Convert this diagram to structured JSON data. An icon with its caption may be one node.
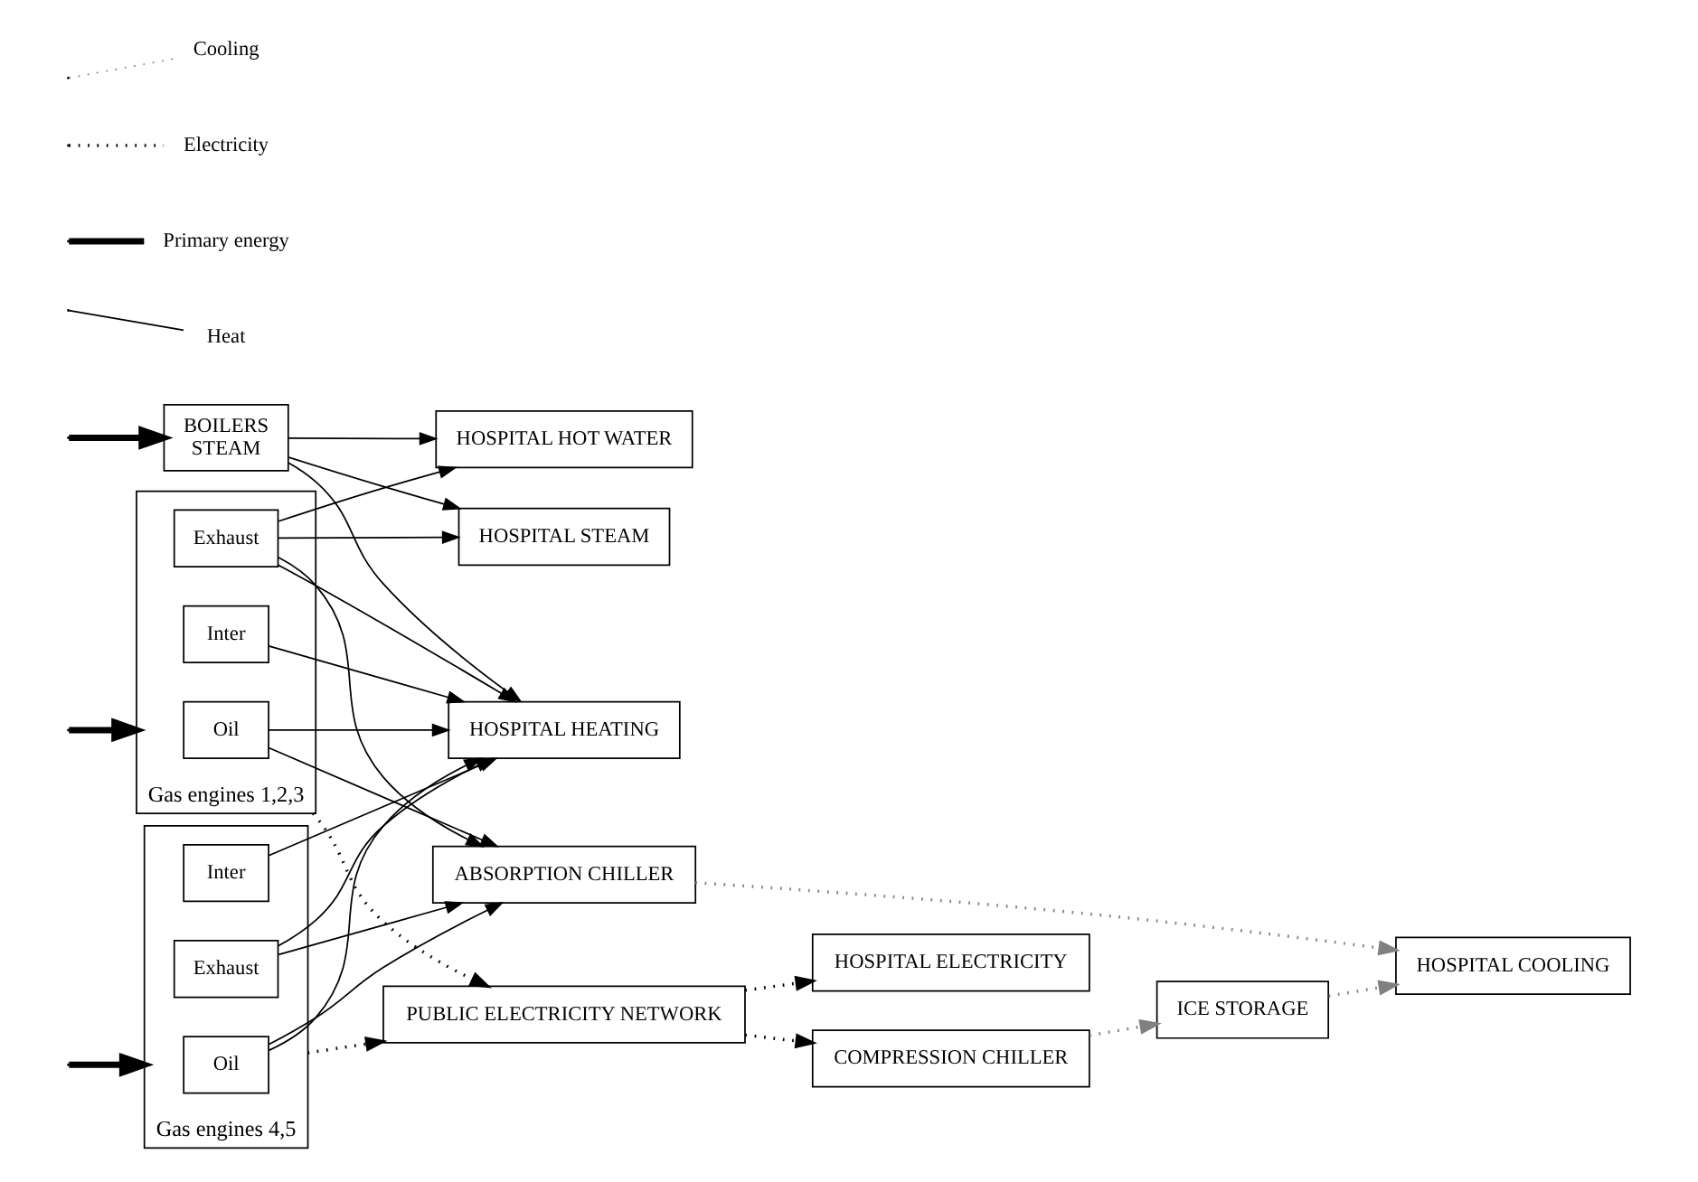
{
  "diagram": {
    "nodes": [
      {
        "text": [
          "BOILERS",
          "STEAM"
        ]
      },
      {
        "text": [
          "Gas engines 1,2,3"
        ]
      },
      {
        "text": [
          "Oil"
        ],
        "in": 1
      },
      {
        "text": [
          "Inter"
        ],
        "in": 1
      },
      {
        "text": [
          "Exhaust"
        ],
        "in": 1
      },
      {
        "text": [
          "Gas engines 4,5"
        ]
      },
      {
        "text": [
          "Oil"
        ],
        "in": 5
      },
      {
        "text": [
          "Inter"
        ],
        "in": 5
      },
      {
        "text": [
          "Exhaust"
        ],
        "in": 5
      },
      {
        "text": [
          "ABSORPTION CHILLER"
        ]
      },
      {
        "text": [
          "COMPRESSION CHILLER"
        ]
      },
      {
        "text": [
          "ICE STORAGE"
        ]
      },
      {
        "text": [
          "HOSPITAL COOLING"
        ]
      },
      {
        "text": [
          "HOSPITAL STEAM"
        ]
      },
      {
        "text": [
          "HOSPITAL HOT WATER"
        ]
      },
      {
        "text": [
          "HOSPITAL HEATING"
        ]
      },
      {
        "text": [
          "PUBLIC ELECTRICITY NETWORK"
        ]
      },
      {
        "text": [
          "HOSPITAL ELECTRICITY"
        ]
      }
    ],
    "edges": [
      {
        "from": null,
        "to": 0,
        "arrow": "to",
        "style": "thick"
      },
      {
        "from": null,
        "to": 1,
        "arrow": "to",
        "style": "thick"
      },
      {
        "from": null,
        "to": 5,
        "arrow": "to",
        "style": "thick"
      },
      {
        "from": 0,
        "to": 13,
        "arrow": "to"
      },
      {
        "from": 0,
        "to": 14,
        "arrow": "to"
      },
      {
        "from": 0,
        "to": 15,
        "arrow": "to"
      },
      {
        "from": 4,
        "to": 13,
        "arrow": "to"
      },
      {
        "from": 4,
        "to": 14,
        "arrow": "to"
      },
      {
        "from": 2,
        "to": 15,
        "arrow": "to"
      },
      {
        "from": 4,
        "to": 15,
        "arrow": "to"
      },
      {
        "from": 6,
        "to": 15,
        "arrow": "to"
      },
      {
        "from": 8,
        "to": 15,
        "arrow": "to"
      },
      {
        "from": 2,
        "to": 9,
        "arrow": "to"
      },
      {
        "from": 4,
        "to": 9,
        "arrow": "to"
      },
      {
        "from": 6,
        "to": 9,
        "arrow": "to"
      },
      {
        "from": 8,
        "to": 9,
        "arrow": "to"
      },
      {
        "from": 3,
        "to": 15,
        "arrow": "to"
      },
      {
        "from": 7,
        "to": 15,
        "arrow": "to"
      },
      {
        "from": 1,
        "to": 16,
        "arrow": "to",
        "style": "dashed"
      },
      {
        "from": 5,
        "to": 16,
        "arrow": "to",
        "style": "dashed"
      },
      {
        "from": 16,
        "to": 10,
        "arrow": "to",
        "style": "dashed"
      },
      {
        "from": 16,
        "to": 17,
        "arrow": "to",
        "style": "dashed"
      },
      {
        "from": 9,
        "to": 12,
        "arrow": "to",
        "style": "dashed",
        "color": "#808080"
      },
      {
        "from": 10,
        "to": 11,
        "arrow": "to",
        "style": "dashed",
        "color": "#808080"
      },
      {
        "from": 11,
        "to": 12,
        "arrow": "to",
        "style": "dashed",
        "color": "#808080"
      }
    ],
    "legend": [
      {
        "text": "Cooling"
      },
      {
        "text": "Electricity"
      },
      {
        "text": "Primary energy"
      },
      {
        "text": "Heat"
      }
    ]
  }
}
